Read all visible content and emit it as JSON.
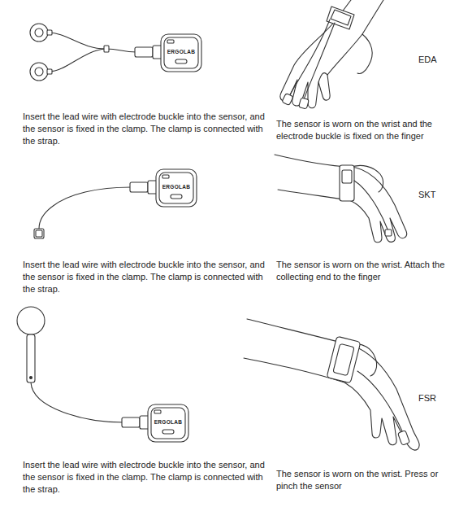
{
  "diagram": {
    "labels": [
      "ERGOLAB",
      "Insert the lead wire with electrode buckle into the sensor, and the sensor is fixed in the clamp. The clamp is connected with the strap.",
      "EDA",
      "The sensor is worn on the wrist and the electrode buckle is fixed on the finger",
      "ERGOLAB",
      "Insert the lead wire with electrode buckle into the sensor, and the sensor is fixed in the clamp. The clamp is connected with the strap.",
      "SKT",
      "The sensor is worn on the wrist. Attach the collecting end to the finger",
      "ERGOLAB",
      "Insert the lead wire with electrode buckle into the sensor, and the sensor is fixed in the clamp. The clamp is connected with the strap.",
      "FSR",
      "The sensor is worn on the wrist. Press or pinch the sensor"
    ]
  }
}
